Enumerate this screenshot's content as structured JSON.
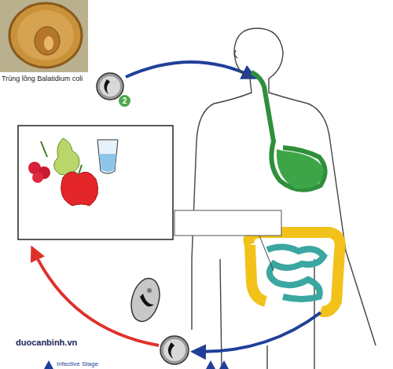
{
  "diagram": {
    "nodes": [
      {
        "text": [
          "2"
        ]
      }
    ],
    "labels": [
      "Trùng lông Balatidium coli",
      "duocanbinh.vn",
      "Infective Stage"
    ]
  }
}
